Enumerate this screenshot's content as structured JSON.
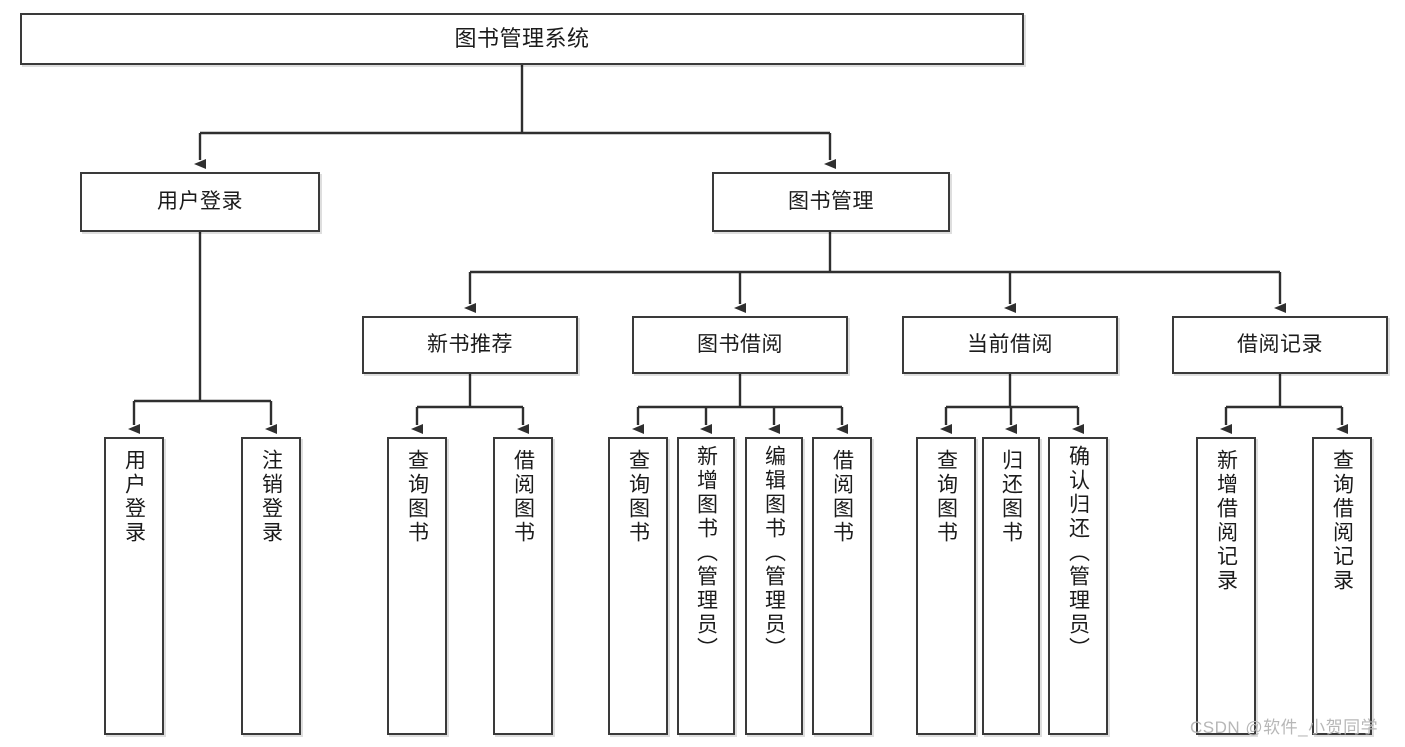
{
  "diagram": {
    "type": "tree-hierarchy",
    "title": "图书管理系统",
    "watermark": "CSDN @软件_小贺同学",
    "colors": {
      "background": "#ffffff",
      "border": "#3a3a3a",
      "text": "#1b1b1b",
      "connector": "#2f2f2f",
      "watermark": "#b7b7b7"
    },
    "nodes": {
      "root": {
        "label": "图书管理系统"
      },
      "level1": [
        {
          "label": "用户登录"
        },
        {
          "label": "图书管理"
        }
      ],
      "level2": [
        {
          "label": "新书推荐"
        },
        {
          "label": "图书借阅"
        },
        {
          "label": "当前借阅"
        },
        {
          "label": "借阅记录"
        }
      ],
      "leaves": {
        "user_login": [
          {
            "label": "用户登录"
          },
          {
            "label": "注销登录"
          }
        ],
        "new_book_recommend": [
          {
            "label": "查询图书"
          },
          {
            "label": "借阅图书"
          }
        ],
        "book_borrow": [
          {
            "label": "查询图书"
          },
          {
            "label": "新增图书（管理员）"
          },
          {
            "label": "编辑图书（管理员）"
          },
          {
            "label": "借阅图书"
          }
        ],
        "current_borrow": [
          {
            "label": "查询图书"
          },
          {
            "label": "归还图书"
          },
          {
            "label": "确认归还（管理员）"
          }
        ],
        "borrow_record": [
          {
            "label": "新增借阅记录"
          },
          {
            "label": "查询借阅记录"
          }
        ]
      }
    }
  }
}
